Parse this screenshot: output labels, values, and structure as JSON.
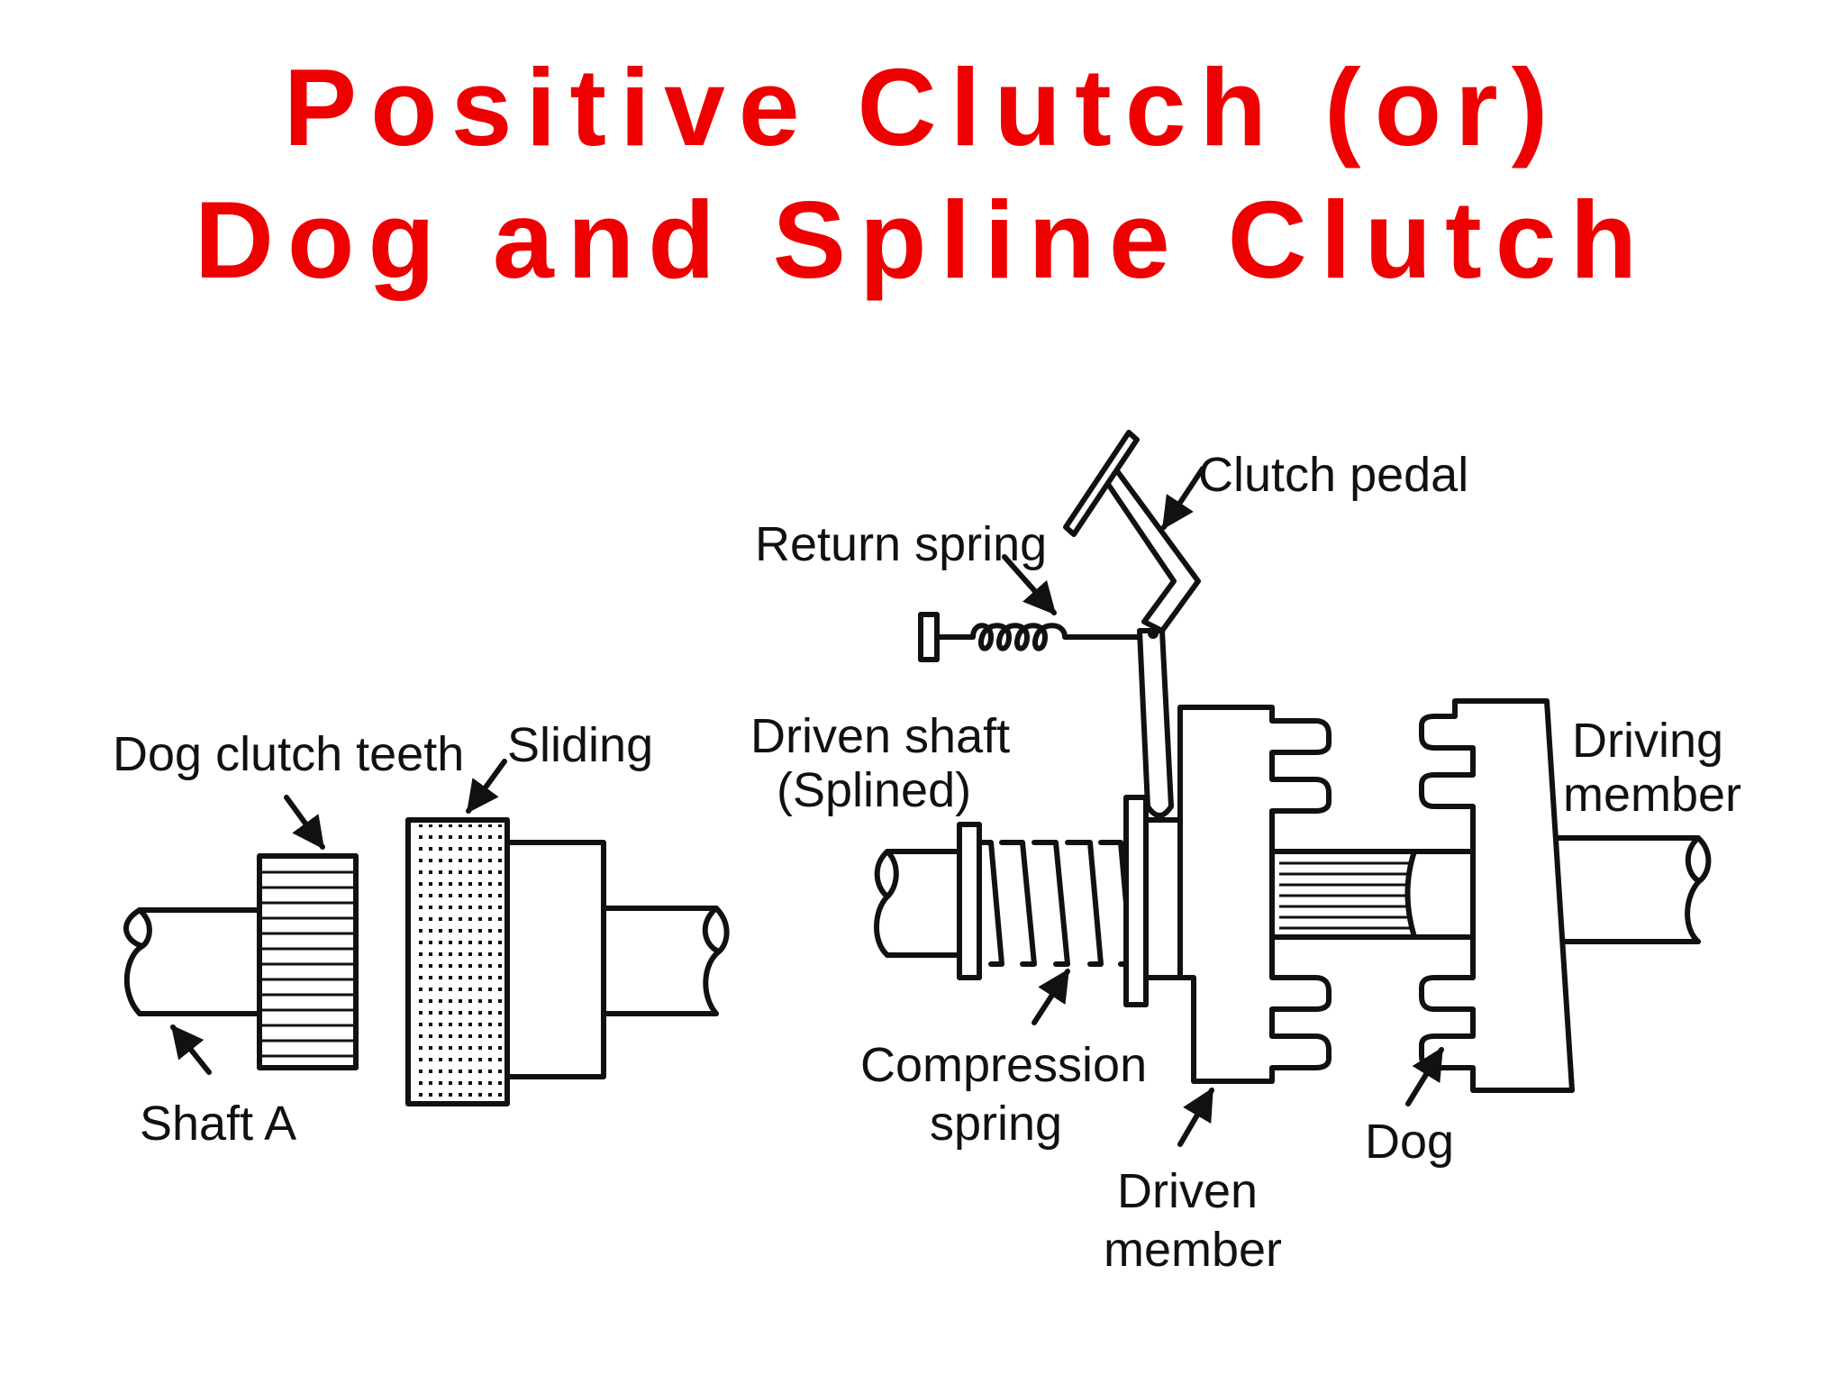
{
  "title": {
    "line1": "Positive Clutch (or)",
    "line2": "Dog and Spline Clutch",
    "color": "#ee0000"
  },
  "labels": {
    "dog_clutch_teeth": "Dog clutch teeth",
    "sliding": "Sliding",
    "shaft_a": "Shaft A",
    "driven_shaft": "Driven shaft",
    "splined": "(Splined)",
    "return_spring": "Return spring",
    "clutch_pedal": "Clutch pedal",
    "driving_member_1": "Driving",
    "driving_member_2": "member",
    "compression_spring_1": "Compression",
    "compression_spring_2": "spring",
    "driven_member_1": "Driven",
    "driven_member_2": "member",
    "dog": "Dog"
  }
}
